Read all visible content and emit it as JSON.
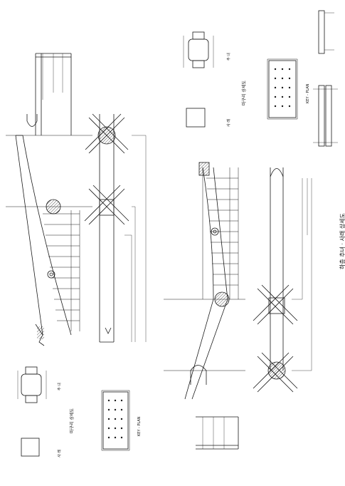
{
  "sheet": {
    "title": "하층 추녀 · 사래 상세도",
    "detail_title_left": "마구리 상세도",
    "detail_title_right": "마구리 상세도",
    "key_plan_left": "KEY - PLAN",
    "key_plan_right": "KEY - PLAN",
    "section_label_left_a": "사 래",
    "section_label_left_b": "추 녀",
    "section_label_right_a": "사 래",
    "section_label_right_b": "추 녀"
  },
  "drawing": {
    "line_color": "#1a1a1a",
    "hatch_color": "#333333",
    "background": "#ffffff"
  }
}
